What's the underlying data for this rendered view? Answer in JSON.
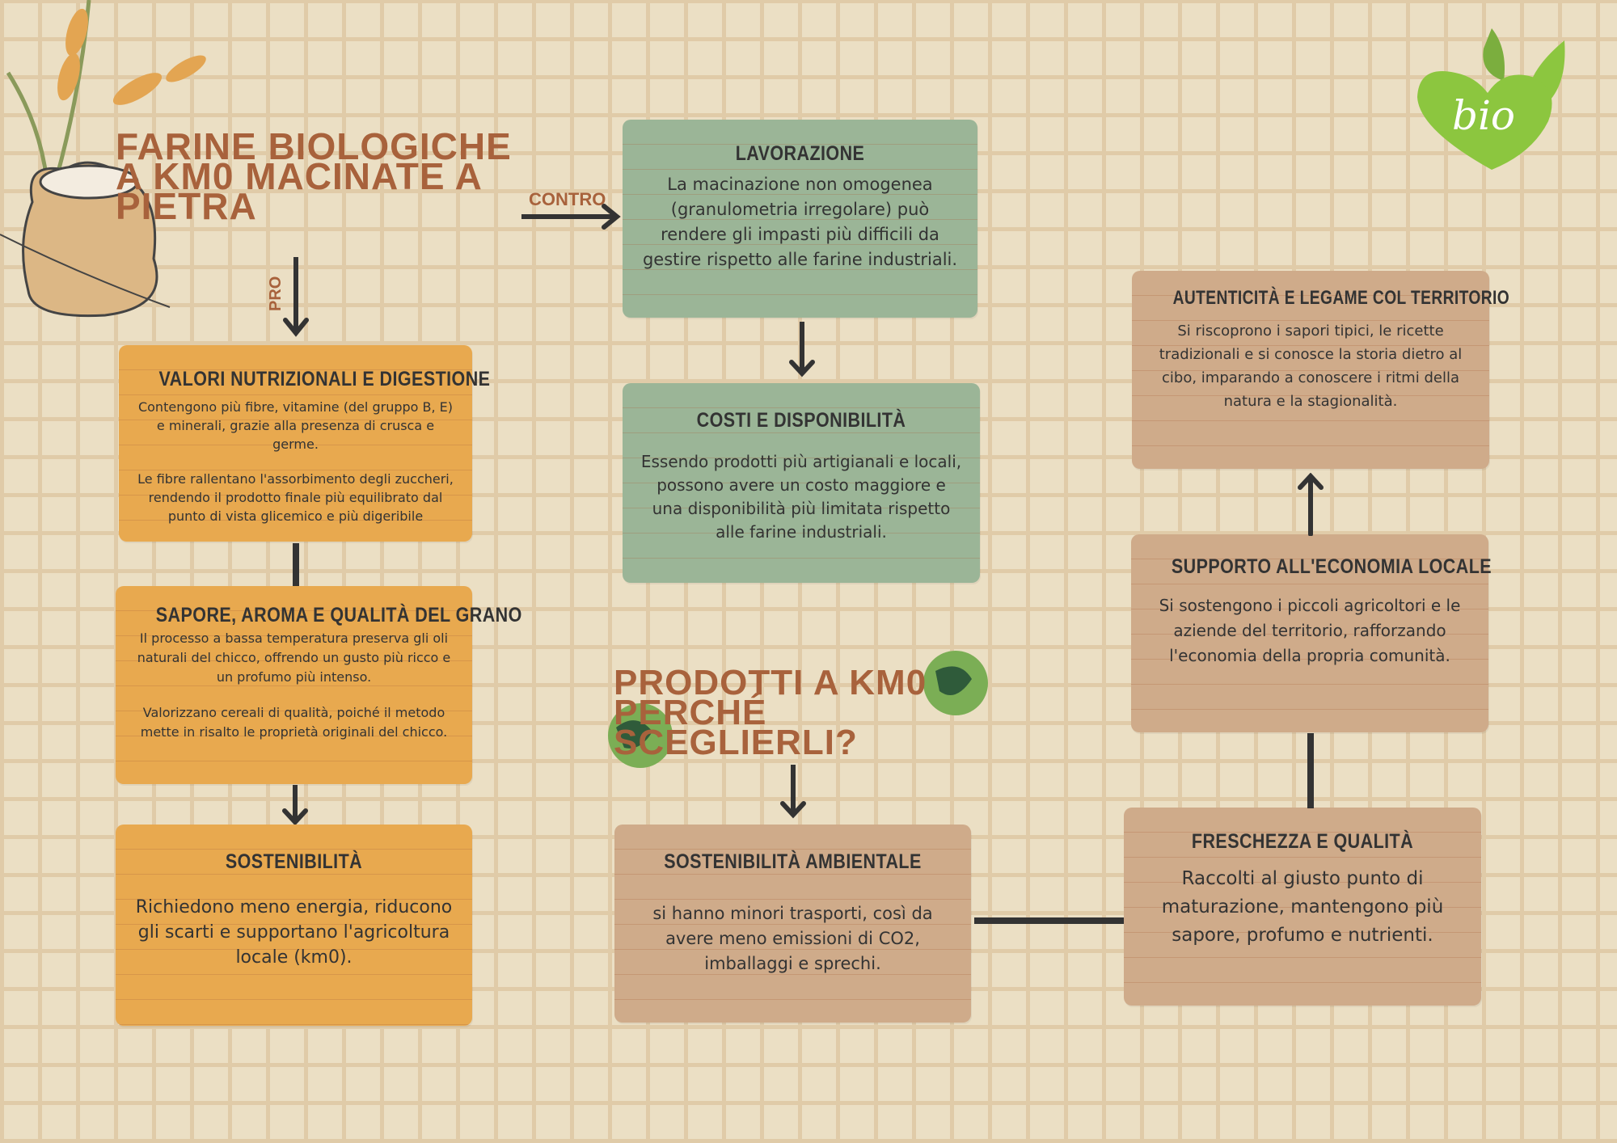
{
  "title": "FARINE BIOLOGICHE A KM0 MACINATE A PIETRA",
  "labels": {
    "contro": "CONTRO",
    "pro": "PRO"
  },
  "subtitle": "PRODOTTI A KM0 PERCHÉ SCEGLIERLI?",
  "logo": "bio",
  "pro_boxes": [
    {
      "title": "VALORI NUTRIZIONALI E DIGESTIONE",
      "paragraphs": [
        "Contengono più fibre, vitamine (del gruppo B, E) e minerali, grazie alla presenza di crusca e germe.",
        "Le fibre rallentano l'assorbimento degli zuccheri, rendendo il prodotto finale più equilibrato dal punto di vista glicemico e più digeribile"
      ]
    },
    {
      "title": "SAPORE, AROMA E QUALITÀ DEL GRANO",
      "paragraphs": [
        "Il processo a bassa temperatura preserva gli oli naturali del chicco, offrendo un gusto più ricco e un profumo più intenso.",
        "Valorizzano cereali di qualità, poiché il metodo mette in risalto le proprietà originali del chicco."
      ]
    },
    {
      "title": "SOSTENIBILITÀ",
      "paragraphs": [
        "Richiedono meno energia, riducono gli scarti e supportano l'agricoltura locale (km0)."
      ]
    }
  ],
  "contro_boxes": [
    {
      "title": "LAVORAZIONE",
      "paragraphs": [
        "La macinazione non omogenea (granulometria irregolare) può rendere gli impasti più difficili da gestire rispetto alle farine industriali."
      ]
    },
    {
      "title": "COSTI E DISPONIBILITÀ",
      "paragraphs": [
        "Essendo prodotti più artigianali e locali, possono avere un costo maggiore e una disponibilità più limitata rispetto alle farine industriali."
      ]
    }
  ],
  "km0_boxes": [
    {
      "title": "SOSTENIBILITÀ AMBIENTALE",
      "paragraphs": [
        "si hanno minori trasporti, così da avere meno emissioni di CO2, imballaggi e sprechi."
      ]
    },
    {
      "title": "FRESCHEZZA E QUALITÀ",
      "paragraphs": [
        "Raccolti al giusto punto di maturazione, mantengono più sapore, profumo e nutrienti."
      ]
    },
    {
      "title": "SUPPORTO ALL'ECONOMIA LOCALE",
      "paragraphs": [
        "Si sostengono i piccoli agricoltori e le aziende del territorio, rafforzando l'economia della propria comunità."
      ]
    },
    {
      "title": "AUTENTICITÀ E LEGAME COL TERRITORIO",
      "paragraphs": [
        "Si riscoprono i sapori tipici, le ricette tradizionali e si conosce la storia dietro al cibo, imparando a conoscere i ritmi della natura e la stagionalità."
      ]
    }
  ],
  "colors": {
    "orange": "#e8a94f",
    "green": "#9bb597",
    "brown": "#cfab8a",
    "title": "#a8623c"
  }
}
